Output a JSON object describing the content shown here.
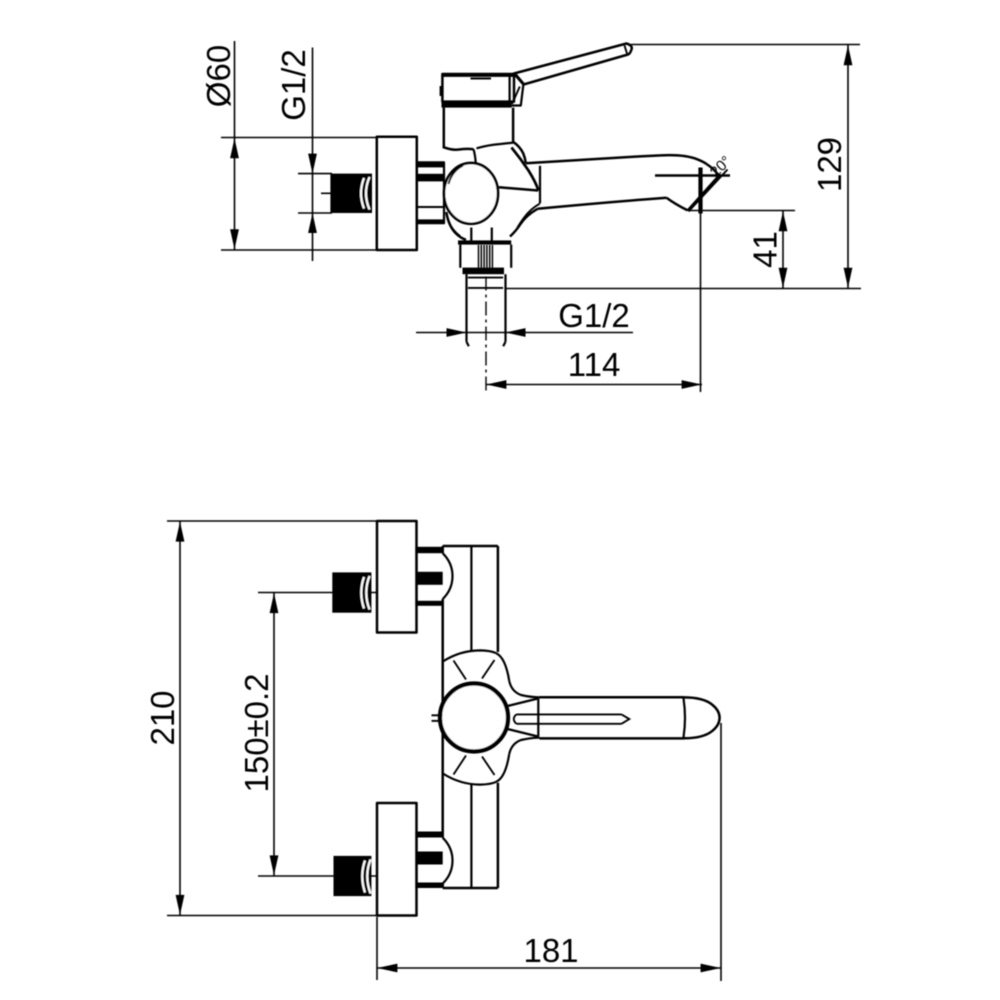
{
  "drawing": {
    "title": "Wall-mounted single-lever mixer tap - dimensional drawing",
    "background_color": "#ffffff",
    "line_color": "#000000",
    "views": [
      {
        "id": "side-view",
        "description": "side elevation of wall-mounted mixer with lever handle, spout and bottom outlet"
      },
      {
        "id": "front-view",
        "description": "plan view of mixer with two wall unions, escutcheons, cartridge housing and lever"
      }
    ]
  },
  "dims": {
    "dia60": {
      "label": "Ø60",
      "value": 60,
      "meaning": "escutcheon diameter"
    },
    "g12wall": {
      "label": "G1/2",
      "value": null,
      "meaning": "wall union thread"
    },
    "h129": {
      "label": "129",
      "value": 129,
      "meaning": "height from outlet plane to handle top"
    },
    "h41": {
      "label": "41",
      "value": 41,
      "meaning": "drop from spout outlet to outlet plane"
    },
    "g12out": {
      "label": "G1/2",
      "value": null,
      "meaning": "bottom outlet thread"
    },
    "reach114": {
      "label": "114",
      "value": 114,
      "meaning": "spout reach from outlet pipe axis"
    },
    "angle20": {
      "label": "20°",
      "value": 20,
      "meaning": "spout outlet angle"
    },
    "h210": {
      "label": "210",
      "value": 210,
      "meaning": "overall height over escutcheons"
    },
    "cc150": {
      "label": "150±0.2",
      "value": 150,
      "meaning": "centre distance of wall connections"
    },
    "len181": {
      "label": "181",
      "value": 181,
      "meaning": "overall length from wall face to handle end"
    }
  }
}
